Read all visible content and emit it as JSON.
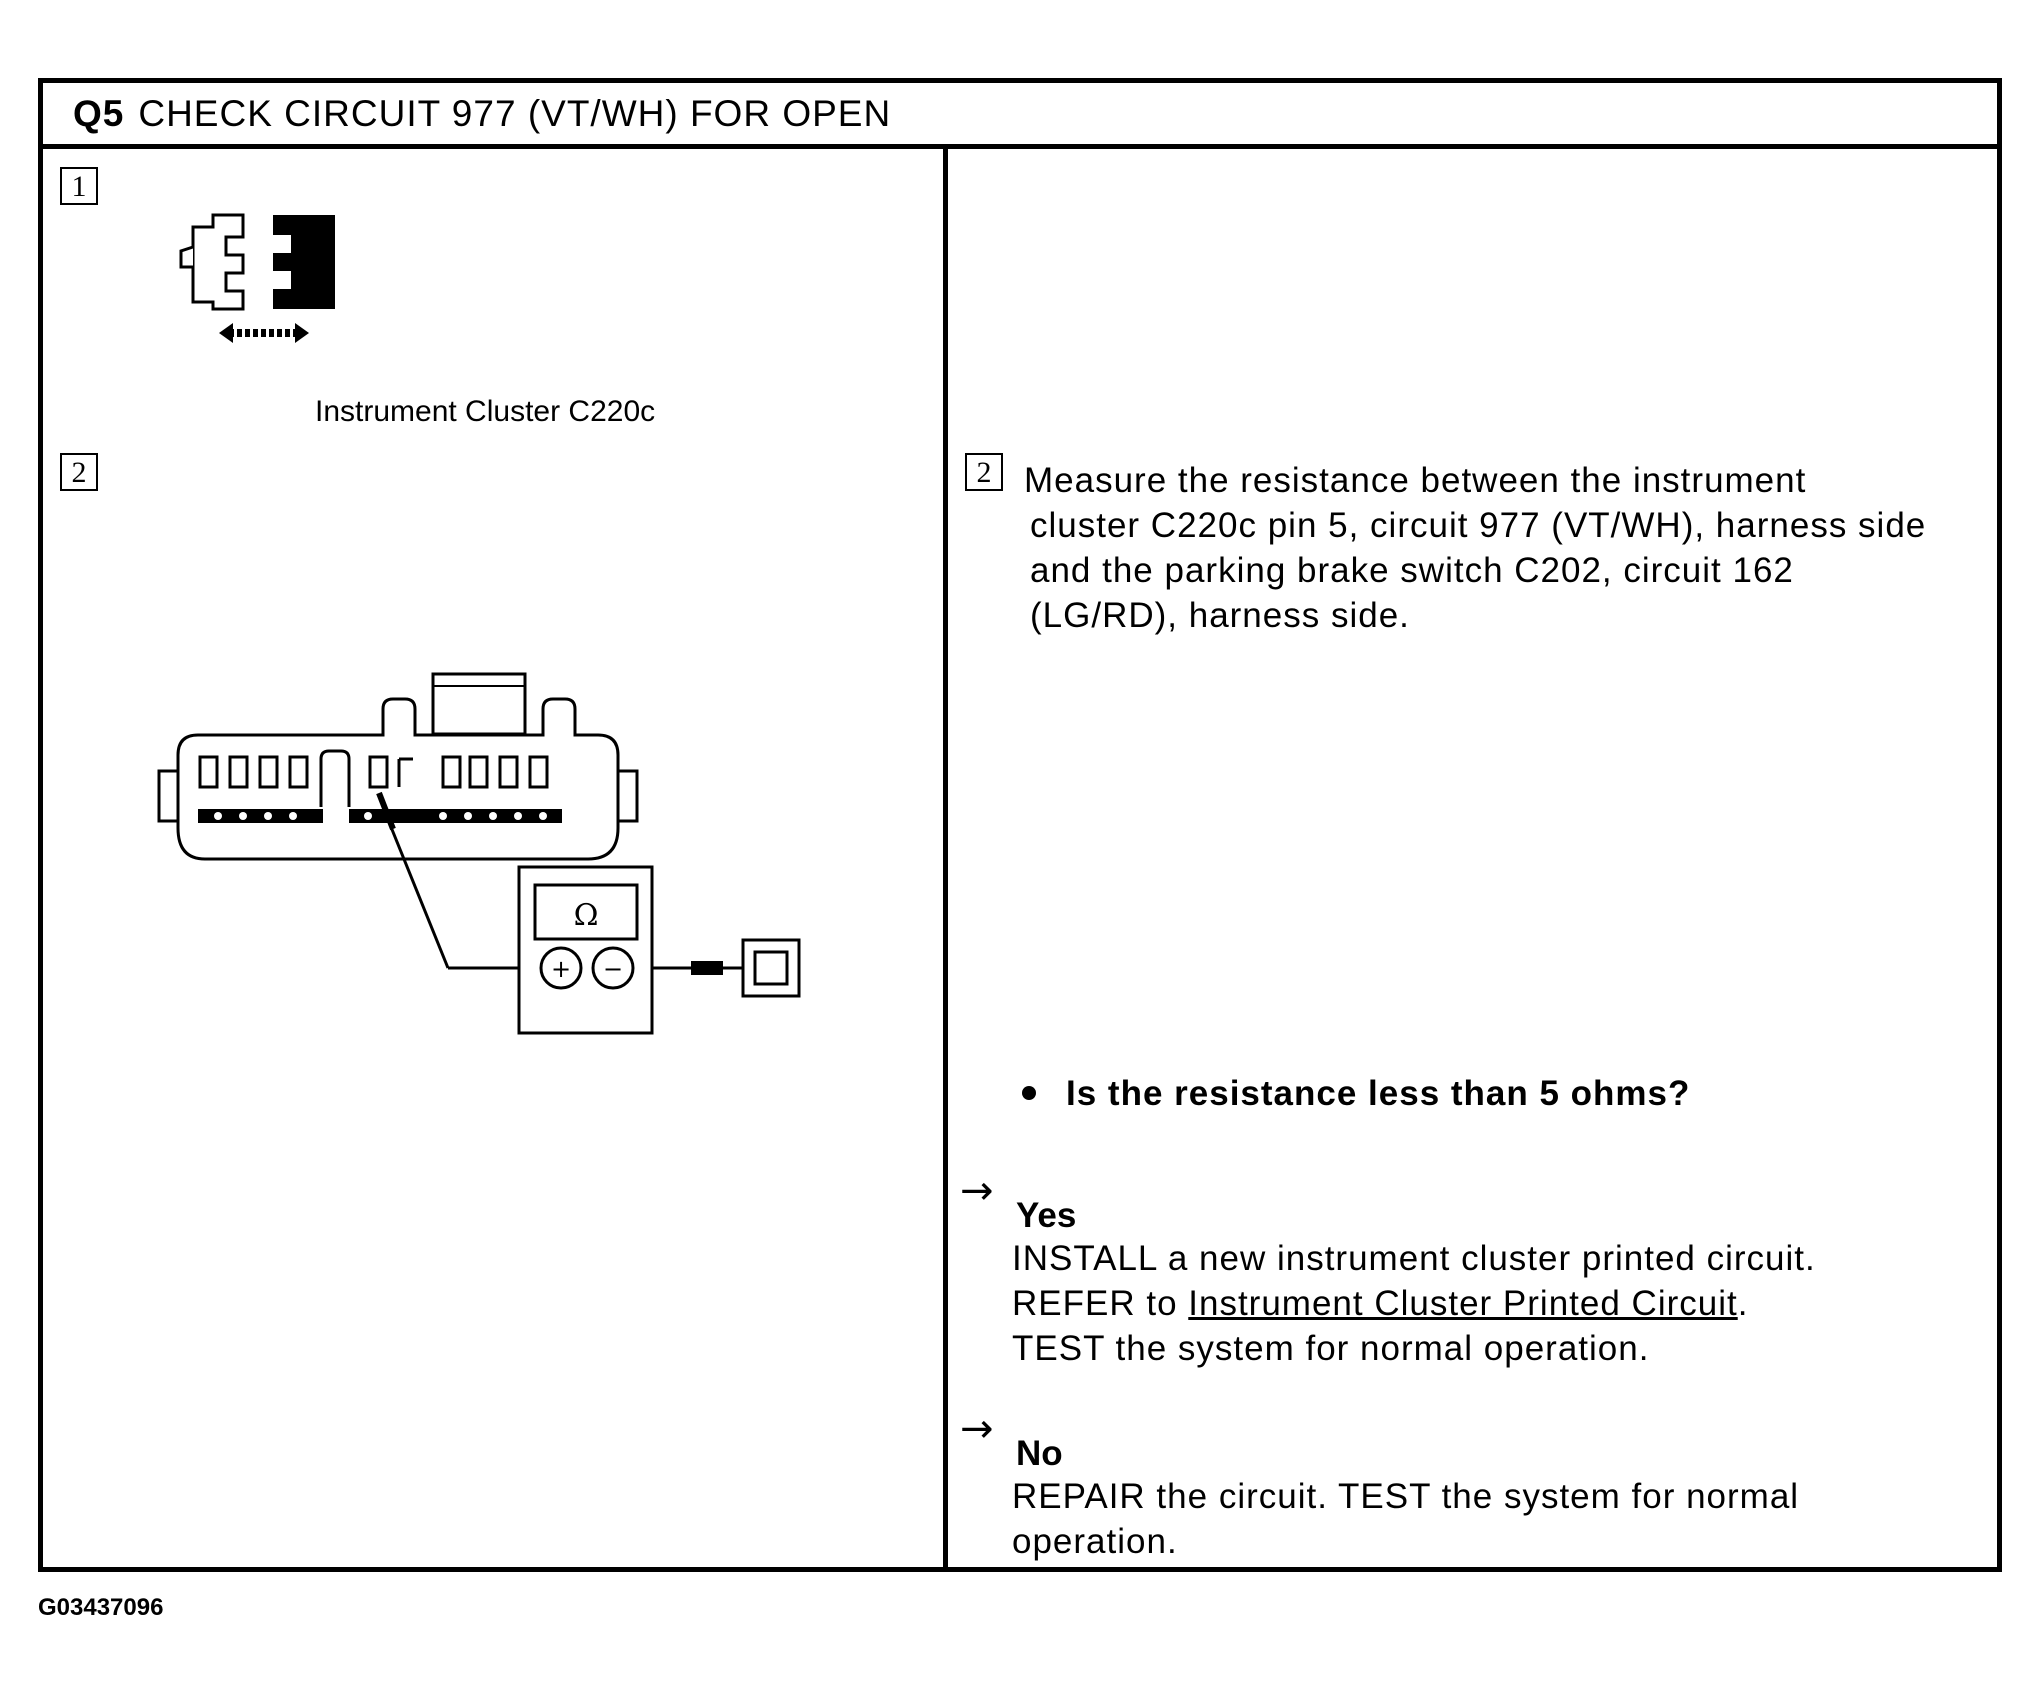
{
  "header": {
    "step_id": "Q5",
    "title": "CHECK CIRCUIT 977 (VT/WH) FOR OPEN"
  },
  "left_panel": {
    "step1_number": "1",
    "connector_caption": "Instrument Cluster C220c",
    "step2_number": "2",
    "meter_symbol": "Ω",
    "plus_symbol": "+",
    "minus_symbol": "−"
  },
  "right_panel": {
    "step_number": "2",
    "instruction_lines": [
      "Measure the resistance between the instrument",
      "cluster C220c pin 5, circuit 977 (VT/WH), harness side",
      "and the parking brake switch C202, circuit 162",
      "(LG/RD), harness side."
    ],
    "question": "Is the resistance less than 5 ohms?",
    "yes": {
      "arrow": "→",
      "label": "Yes",
      "line1": "INSTALL a new instrument cluster printed circuit.",
      "line2_prefix": "REFER to ",
      "line2_link": "Instrument Cluster Printed Circuit",
      "line2_suffix": ".",
      "line3": "TEST the system for normal operation."
    },
    "no": {
      "arrow": "→",
      "label": "No",
      "line1": "REPAIR the circuit. TEST the system for normal",
      "line2": "operation."
    }
  },
  "figure_id": "G03437096"
}
